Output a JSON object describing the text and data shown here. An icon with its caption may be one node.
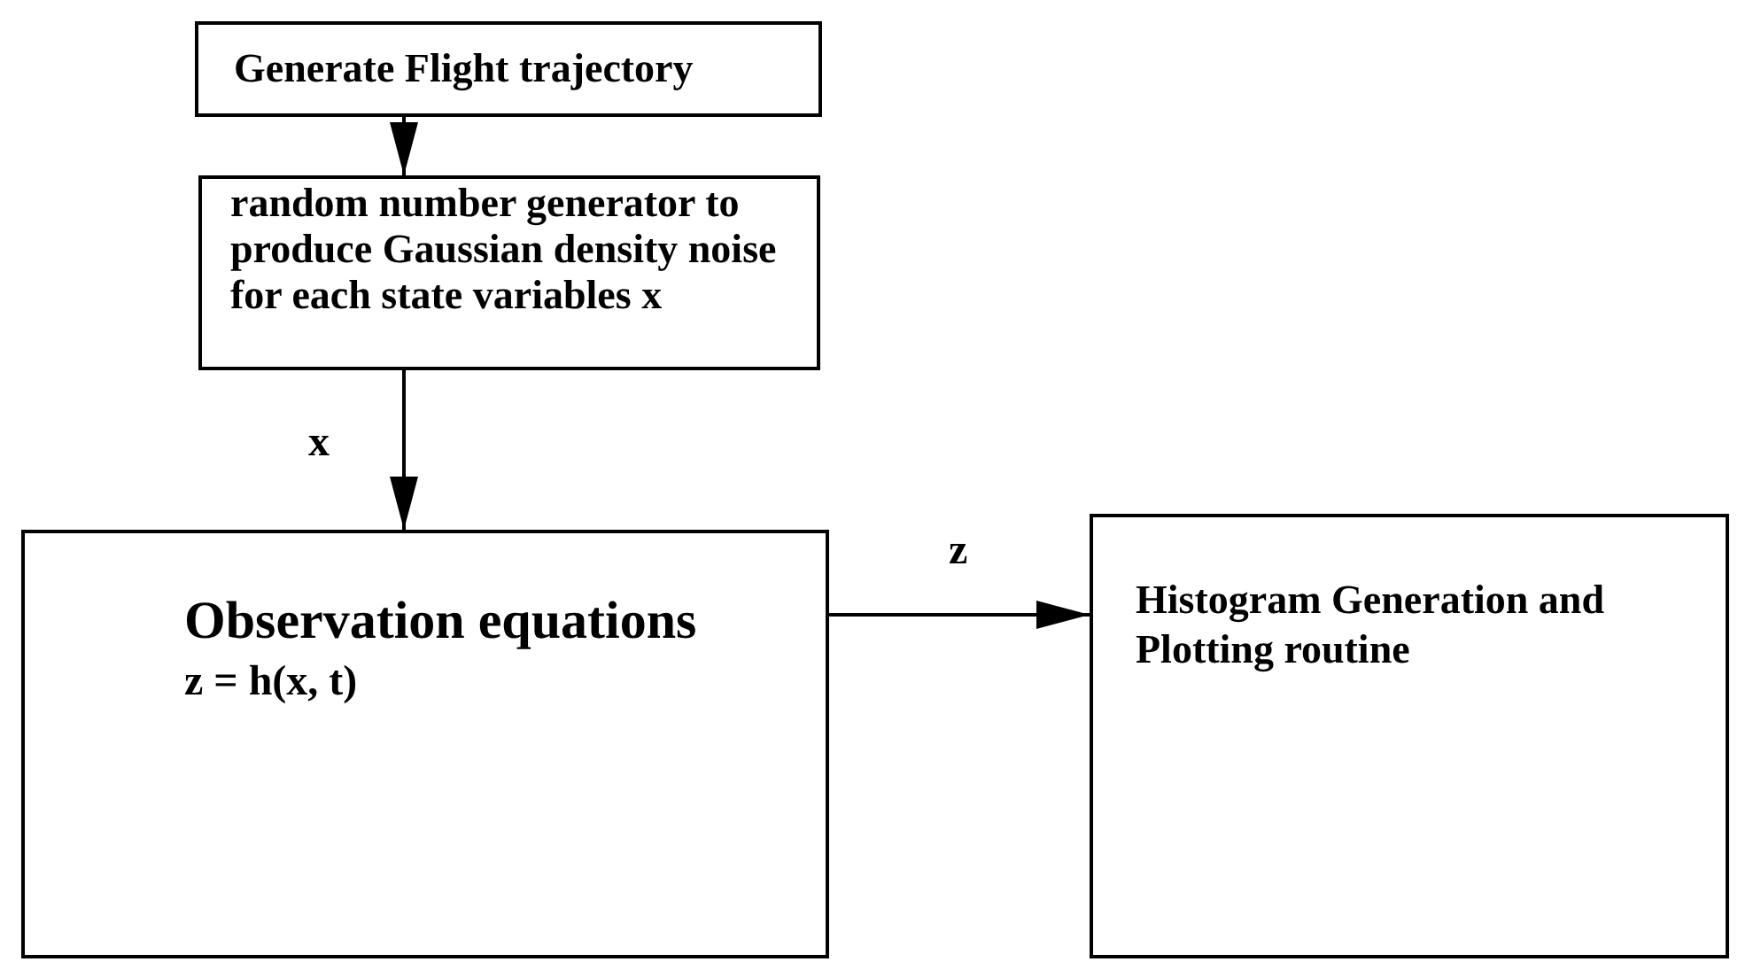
{
  "diagram": {
    "nodes": [
      {
        "text": [
          "Generate Flight trajectory"
        ]
      },
      {
        "text": [
          "random number generator to produce Gaussian density noise for each state variables x"
        ]
      },
      {
        "text": [
          "Observation equations",
          "z = h(x, t)"
        ]
      },
      {
        "text": [
          "Histogram Generation and Plotting routine"
        ]
      }
    ],
    "edges": [
      {
        "from": 0,
        "to": 1,
        "arrow": "to"
      },
      {
        "from": 1,
        "to": 2,
        "arrow": "to",
        "label": "x"
      },
      {
        "from": 2,
        "to": 3,
        "arrow": "to",
        "label": "z"
      }
    ]
  }
}
